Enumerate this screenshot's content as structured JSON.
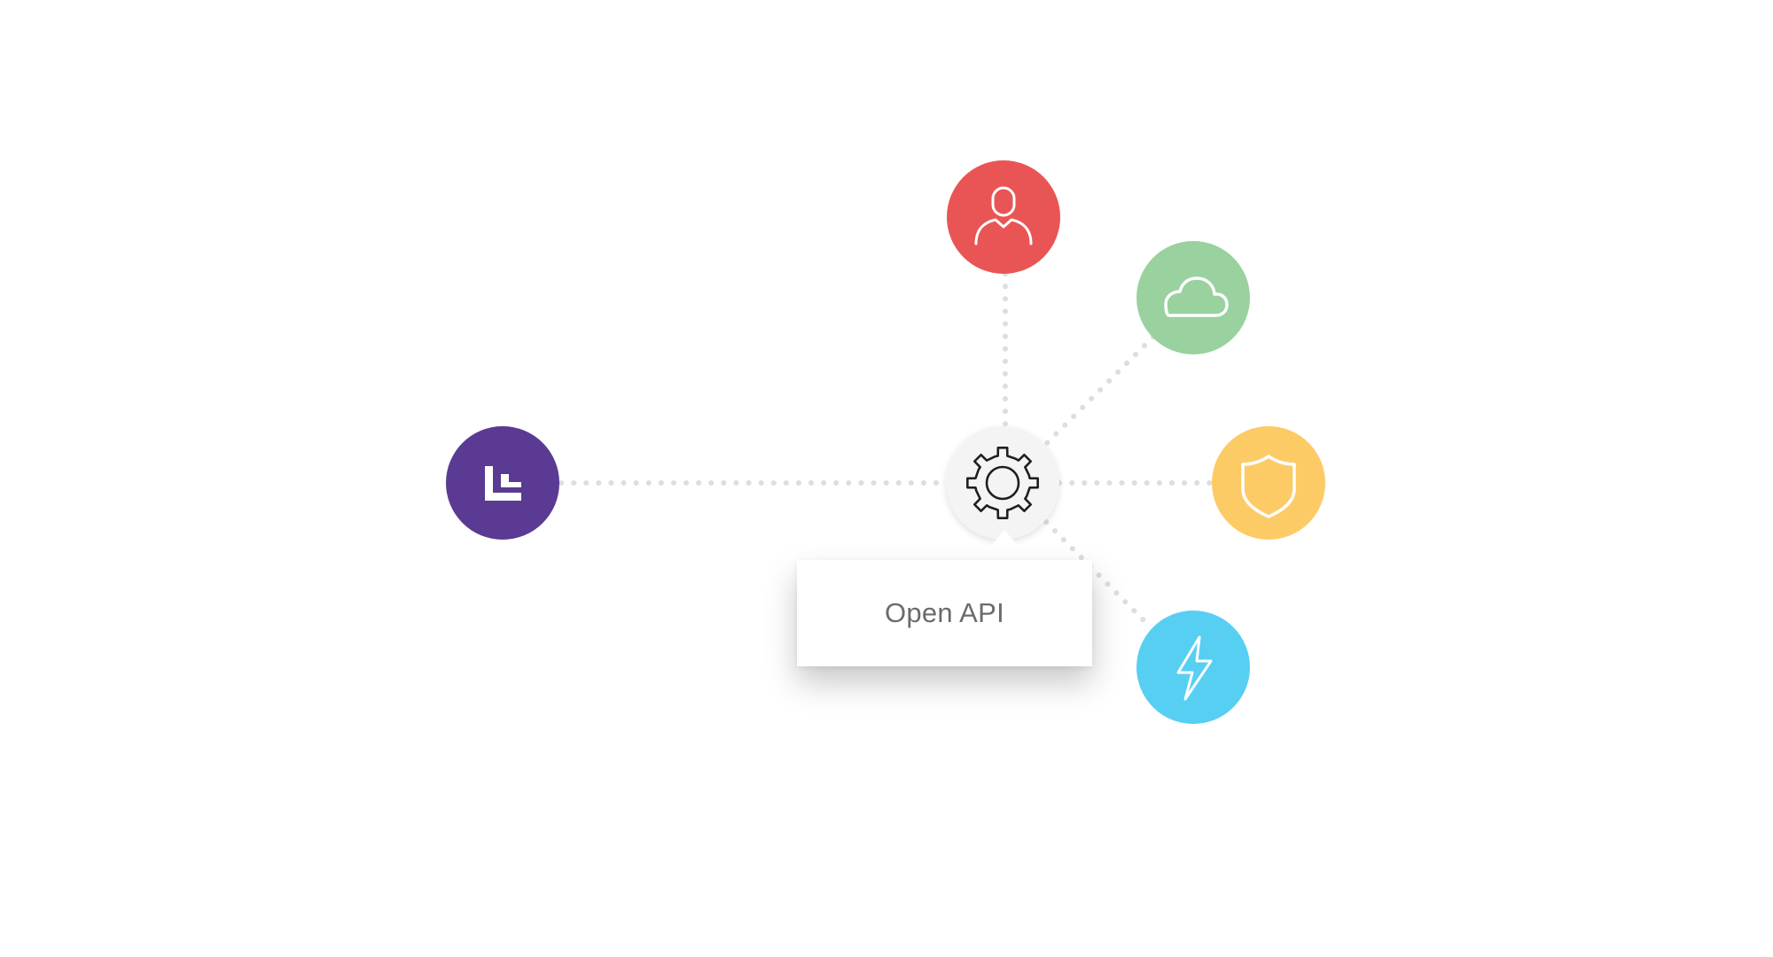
{
  "diagram": {
    "center": {
      "icon": "gear-icon",
      "color": "#f4f4f4",
      "tooltip_label": "Open API"
    },
    "nodes": [
      {
        "id": "left",
        "icon": "bracket-logo-icon",
        "color": "#5a3a93"
      },
      {
        "id": "top",
        "icon": "user-icon",
        "color": "#e95554"
      },
      {
        "id": "upper-right",
        "icon": "cloud-icon",
        "color": "#99d19f"
      },
      {
        "id": "right",
        "icon": "shield-icon",
        "color": "#fdcb66"
      },
      {
        "id": "lower-right",
        "icon": "lightning-icon",
        "color": "#57cff3"
      }
    ],
    "link_color": "#dedede",
    "icon_stroke": "#ffffff"
  }
}
